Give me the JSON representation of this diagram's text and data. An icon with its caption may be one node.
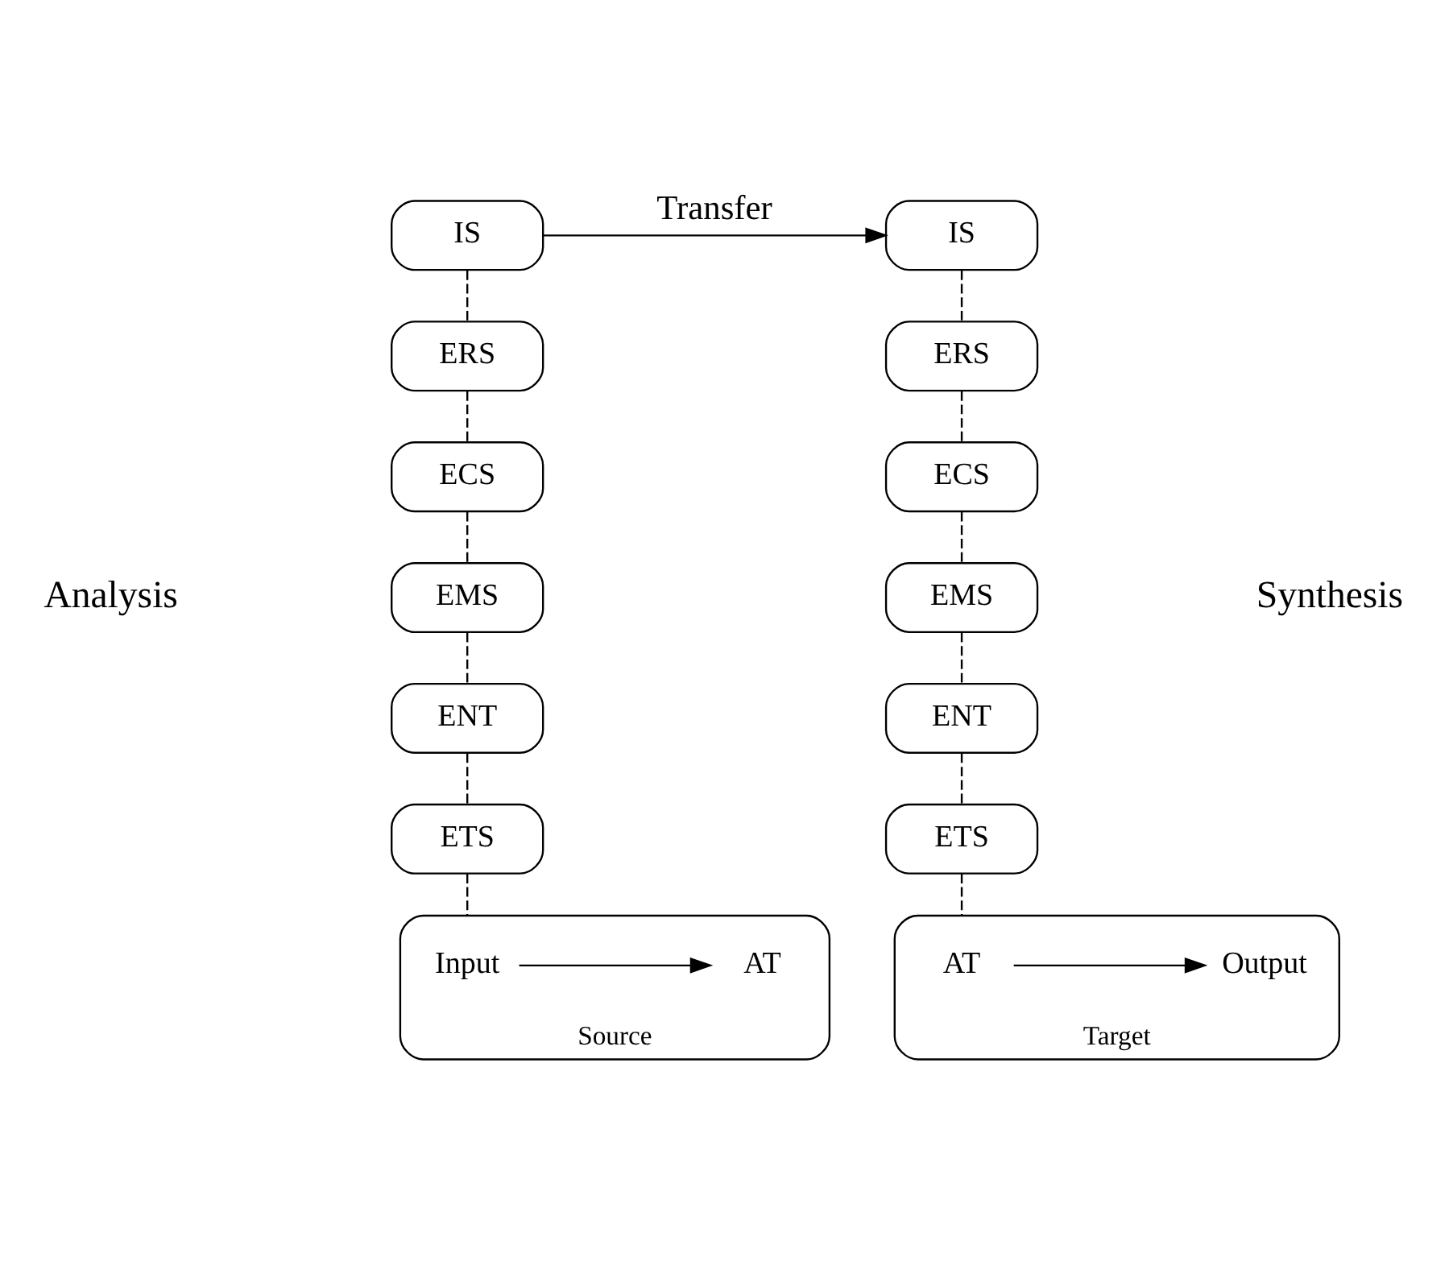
{
  "diagram": {
    "nodes": [
      {
        "text": [
          "IS"
        ]
      },
      {
        "text": [
          "ERS"
        ]
      },
      {
        "text": [
          "ECS"
        ]
      },
      {
        "text": [
          "EMS"
        ]
      },
      {
        "text": [
          "ENT"
        ]
      },
      {
        "text": [
          "ETS"
        ]
      },
      {
        "text": [],
        "shape": "box",
        "beside": [
          "Source"
        ]
      },
      {
        "text": [
          "Input"
        ],
        "in": 6
      },
      {
        "text": [
          "AT"
        ],
        "in": 6
      },
      {
        "text": [
          "IS"
        ]
      },
      {
        "text": [
          "ERS"
        ]
      },
      {
        "text": [
          "ECS"
        ]
      },
      {
        "text": [
          "EMS"
        ]
      },
      {
        "text": [
          "ENT"
        ]
      },
      {
        "text": [
          "ETS"
        ]
      },
      {
        "text": [],
        "shape": "box",
        "beside": [
          "Target"
        ]
      },
      {
        "text": [
          "AT"
        ],
        "in": 15
      },
      {
        "text": [
          "Output"
        ],
        "in": 15
      }
    ],
    "edges": [
      {
        "from": 0,
        "to": 9,
        "arrow": "to",
        "label": "Transfer"
      },
      {
        "from": 0,
        "to": 1,
        "arrow": "none",
        "style": "dashed"
      },
      {
        "from": 1,
        "to": 2,
        "arrow": "none",
        "style": "dashed"
      },
      {
        "from": 2,
        "to": 3,
        "arrow": "none",
        "style": "dashed"
      },
      {
        "from": 3,
        "to": 4,
        "arrow": "none",
        "style": "dashed"
      },
      {
        "from": 4,
        "to": 5,
        "arrow": "none",
        "style": "dashed"
      },
      {
        "from": 5,
        "to": 6,
        "arrow": "none",
        "style": "dashed"
      },
      {
        "from": 7,
        "to": 8,
        "arrow": "to"
      },
      {
        "from": 9,
        "to": 10,
        "arrow": "none",
        "style": "dashed"
      },
      {
        "from": 10,
        "to": 11,
        "arrow": "none",
        "style": "dashed"
      },
      {
        "from": 11,
        "to": 12,
        "arrow": "none",
        "style": "dashed"
      },
      {
        "from": 12,
        "to": 13,
        "arrow": "none",
        "style": "dashed"
      },
      {
        "from": 13,
        "to": 14,
        "arrow": "none",
        "style": "dashed"
      },
      {
        "from": 14,
        "to": 15,
        "arrow": "none",
        "style": "dashed"
      },
      {
        "from": 16,
        "to": 17,
        "arrow": "to"
      }
    ],
    "labels": [
      "Analysis",
      "Synthesis"
    ]
  }
}
